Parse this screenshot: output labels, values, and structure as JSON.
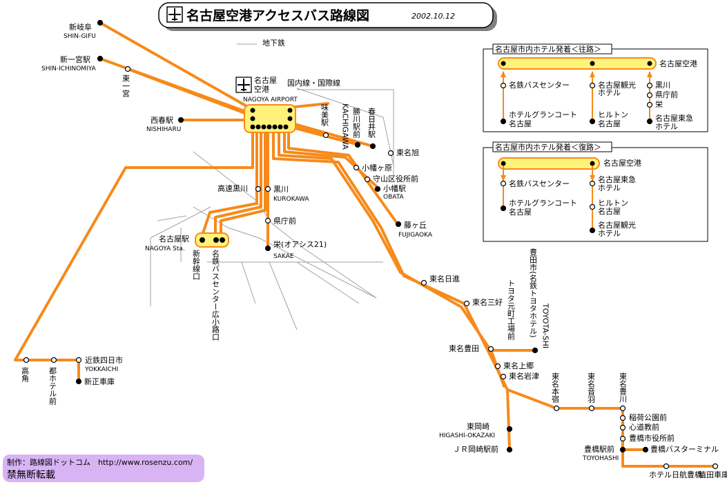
{
  "title": {
    "text": "名古屋空港アクセスバス路線図",
    "date": "2002.10.12"
  },
  "legend_subway": "地下鉄",
  "airport": {
    "name_jp1": "名古屋",
    "name_jp2": "空港",
    "name_en": "NAGOYA AIRPORT",
    "terminal": "国内線・国際線"
  },
  "stations": {
    "shingifu_jp": "新岐阜",
    "shingifu_en": "SHIN-GIFU",
    "shinichi_jp": "新一宮駅",
    "shinichi_en": "SHIN-ICHINOMIYA",
    "higashiichi": "東一宮",
    "nishiharu_jp": "西春駅",
    "nishiharu_en": "NISHIHARU",
    "ajima": "味美駅",
    "kachigawa_jp": "勝川駅前",
    "kachigawa_en": "KACHIGAWA",
    "kasugai": "春日井駅",
    "tomeiasahi": "東名旭",
    "komakihara": "小幡ヶ原",
    "moriyama": "守山区役所前",
    "obata_jp": "小幡駅",
    "obata_en": "OBATA",
    "kosokukurokawa": "高速黒川",
    "kurokawa_jp": "黒川",
    "kurokawa_en": "KUROKAWA",
    "kenchomae": "県庁前",
    "fujigaoka_jp": "藤ヶ丘",
    "fujigaoka_en": "FUJIGAOKA",
    "nagoya_jp": "名古屋駅",
    "nagoya_en": "NAGOYA Sta.",
    "shinkansen": "新幹線口",
    "meitetsu_hiroko": "名鉄バスセンター広小路口",
    "sakae_jp": "栄(オアシス21)",
    "sakae_en": "SAKAE",
    "tomeinisshin": "東名日進",
    "tomeimiyoshi": "東名三好",
    "toyota_genmachi": "トヨタ元町工場前",
    "toyotashi": "豊田市(名鉄トヨタホテル)",
    "toyotashi_en": "TOYOTA-SHI",
    "tomeitoyota": "東名豊田",
    "tomeikamigo": "東名上郷",
    "tomeiiwazu": "東名岩津",
    "takatsuno": "高角",
    "miyako_hotel": "都ホテル前",
    "yokkaichi_jp": "近鉄四日市",
    "yokkaichi_en": "YOKKAICHI",
    "shinsho": "新正車庫",
    "tomeihonjuku": "東名本宿",
    "tomeiotowa": "東名音羽",
    "tomeitoyokawa": "東名豊川",
    "inari": "稲荷公園前",
    "shindokyo": "心道教前",
    "toyohashishiyakusho": "豊橋市役所前",
    "toyohashi_jp": "豊橋駅前",
    "toyohashi_en": "TOYOHASHI",
    "toyohashi_bt": "豊橋バスターミナル",
    "hotel_nikko": "ホテル日航豊橋",
    "ueta": "植田車庫前",
    "higashiokazaki_jp": "東岡崎",
    "higashiokazaki_en": "HIGASHI-OKAZAKI",
    "jrokazaki": "ＪＲ岡崎駅前"
  },
  "box_outbound": {
    "header": "名古屋市内ホテル発着＜往路＞",
    "airport": "名古屋空港",
    "col1": [
      "名鉄バスセンター",
      "ホテルグランコート",
      "名古屋"
    ],
    "col2": [
      "名古屋観光",
      "ホテル",
      "ヒルトン",
      "名古屋"
    ],
    "col3": [
      "黒川",
      "県庁前",
      "栄",
      "名古屋東急",
      "ホテル"
    ]
  },
  "box_return": {
    "header": "名古屋市内ホテル発着＜復路＞",
    "airport": "名古屋空港",
    "col1": [
      "名鉄バスセンター",
      "ホテルグランコート",
      "名古屋"
    ],
    "col2": [
      "名古屋東急",
      "ホテル",
      "ヒルトン",
      "名古屋",
      "名古屋観光",
      "ホテル"
    ]
  },
  "credit": {
    "line1": "制作：路線図ドットコム　http://www.rosenzu.com/",
    "line2": "禁無断転載"
  },
  "colors": {
    "route": "#f68a1a",
    "hub": "#fff27a",
    "subway": "#a0a0a0",
    "credit": "#d8b4f4"
  }
}
